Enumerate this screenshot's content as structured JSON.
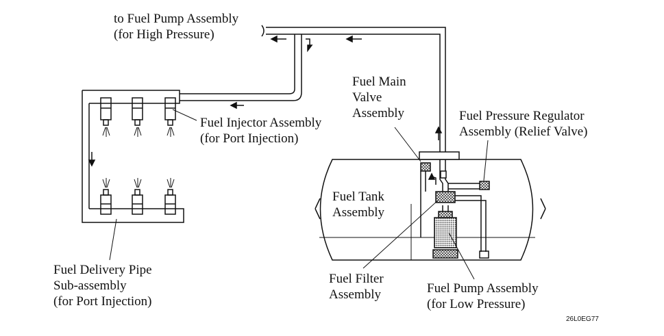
{
  "labels": {
    "to_pump_hp": [
      "to Fuel Pump Assembly",
      "(for High Pressure)"
    ],
    "injector": [
      "Fuel Injector Assembly",
      "(for Port Injection)"
    ],
    "main_valve": [
      "Fuel Main",
      "Valve",
      "Assembly"
    ],
    "regulator": [
      "Fuel Pressure Regulator",
      "Assembly (Relief Valve)"
    ],
    "tank": [
      "Fuel Tank",
      "Assembly"
    ],
    "delivery_pipe": [
      "Fuel Delivery Pipe",
      "Sub-assembly",
      "(for Port Injection)"
    ],
    "filter": [
      "Fuel Filter",
      "Assembly"
    ],
    "pump_lp": [
      "Fuel Pump Assembly",
      "(for Low Pressure)"
    ]
  },
  "figure_code": "26L0EG77"
}
